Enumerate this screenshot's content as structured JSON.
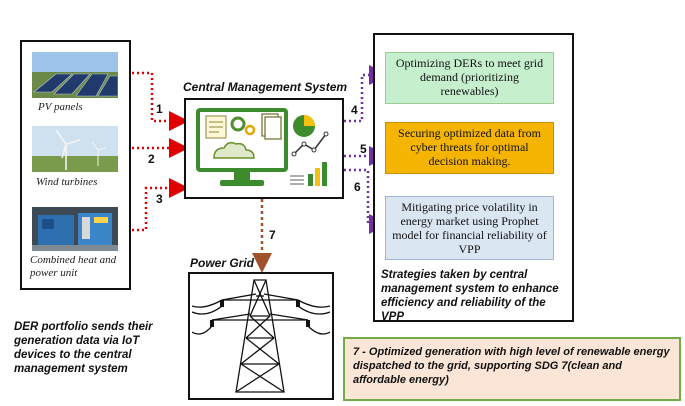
{
  "der": {
    "sources": [
      {
        "label": "PV panels",
        "icon": "solar-panel-photo"
      },
      {
        "label": "Wind turbines",
        "icon": "wind-turbine-photo"
      },
      {
        "label": "Combined heat and power unit",
        "icon": "chp-unit-photo"
      }
    ],
    "caption": "DER portfolio sends their generation data via IoT devices to the central management system"
  },
  "cms": {
    "title": "Central Management System",
    "icon": "computer-monitor-dashboard-icon"
  },
  "links": {
    "der_to_cms": [
      "1",
      "2",
      "3"
    ],
    "cms_to_strategies": [
      "4",
      "5",
      "6"
    ],
    "cms_to_grid": "7"
  },
  "grid": {
    "title": "Power Grid",
    "icon": "transmission-tower-icon"
  },
  "strategies": {
    "items": [
      {
        "text": "Optimizing DERs to meet grid demand (prioritizing renewables)",
        "color": "#c6efce"
      },
      {
        "text": "Securing optimized data from cyber threats for optimal decision making.",
        "color": "#f4b400"
      },
      {
        "text": "Mitigating price volatility in energy market using Prophet model for financial reliability of VPP",
        "color": "#dbe6f3"
      }
    ],
    "caption": "Strategies taken by central management system to enhance efficiency and reliability of the VPP"
  },
  "note": {
    "text": "7 - Optimized generation with high level of renewable energy dispatched to the grid, supporting SDG 7(clean and affordable energy)",
    "background": "#fbe5d6",
    "border": "#70ad47"
  },
  "colors": {
    "red_arrow": "#e00000",
    "purple_arrow": "#7030a0",
    "brown_arrow": "#a0522d"
  }
}
